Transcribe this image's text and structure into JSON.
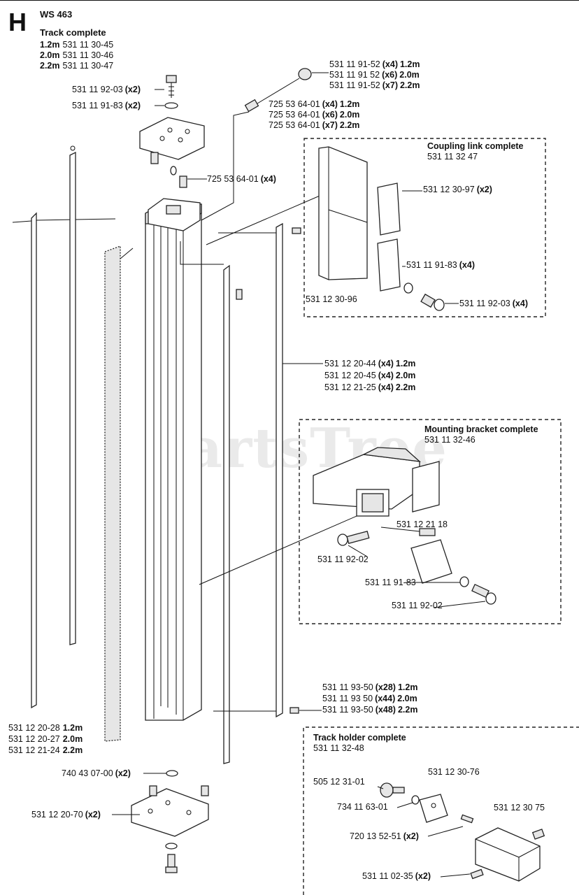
{
  "header": {
    "section_letter": "H",
    "model": "WS 463"
  },
  "watermark": "PartsTree",
  "track_complete": {
    "title": "Track complete",
    "rows": [
      {
        "len": "1.2m",
        "num": "531 11 30-45"
      },
      {
        "len": "2.0m",
        "num": "531 11 30-46"
      },
      {
        "len": "2.2m",
        "num": "531 11 30-47"
      }
    ]
  },
  "labels": {
    "top_bolt": {
      "num": "531 11 92-03",
      "qty": "(x2)"
    },
    "top_washer": {
      "num": "531 11 91-83",
      "qty": "(x2)"
    },
    "cap_screw": {
      "num": "725 53 64-01",
      "qty": "(x4)"
    },
    "end_nut": [
      {
        "num": "531 11 91-52",
        "qty": "(x4)",
        "len": "1.2m"
      },
      {
        "num": "531 11 91 52",
        "qty": "(x6)",
        "len": "2.0m"
      },
      {
        "num": "531 11 91-52",
        "qty": "(x7)",
        "len": "2.2m"
      }
    ],
    "end_screw": [
      {
        "num": "725 53 64-01",
        "qty": "(x4)",
        "len": "1.2m"
      },
      {
        "num": "725 53 64-01",
        "qty": "(x6)",
        "len": "2.0m"
      },
      {
        "num": "725 53 64-01",
        "qty": "(x7)",
        "len": "2.2m"
      }
    ],
    "side_strip": [
      {
        "num": "531 12 20-44",
        "qty": "(x4)",
        "len": "1.2m"
      },
      {
        "num": "531 12 20-45",
        "qty": "(x4)",
        "len": "2.0m"
      },
      {
        "num": "531 12 21-25",
        "qty": "(x4)",
        "len": "2.2m"
      }
    ],
    "small_screws": [
      {
        "num": "531 11 93-50",
        "qty": "(x28)",
        "len": "1.2m"
      },
      {
        "num": "531 11 93 50",
        "qty": "(x44)",
        "len": "2.0m"
      },
      {
        "num": "531 11 93-50",
        "qty": "(x48)",
        "len": "2.2m"
      }
    ],
    "rack": [
      {
        "num": "531 12 20-28",
        "len": "1.2m"
      },
      {
        "num": "531 12 20-27",
        "len": "2.0m"
      },
      {
        "num": "531 12 21-24",
        "len": "2.2m"
      }
    ],
    "bottom_ring": {
      "num": "740 43 07-00",
      "qty": "(x2)"
    },
    "bottom_plate": {
      "num": "531 12 20-70",
      "qty": "(x2)"
    }
  },
  "coupling_link": {
    "title": "Coupling link complete",
    "part": "531 11 32 47",
    "plate": {
      "num": "531 12 30-97",
      "qty": "(x2)"
    },
    "washer": {
      "num": "531 11 91-83",
      "qty": "(x4)"
    },
    "bolt": {
      "num": "531 11 92-03",
      "qty": "(x4)"
    },
    "bar": "531 12 30-96"
  },
  "mounting_bracket": {
    "title": "Mounting bracket complete",
    "part": "531 11 32-46",
    "plate": "531 12 21 18",
    "bolt_left": "531 11 92-02",
    "washer": "531 11 91-83",
    "bolt_right": "531 11 92-02"
  },
  "track_holder": {
    "title": "Track holder complete",
    "part": "531 11 32-48",
    "knob": "505 12 31-01",
    "bracket": "531 12 30-76",
    "washer": "734 11 63-01",
    "body": "531 12 30 75",
    "pin": {
      "num": "720 13 52-51",
      "qty": "(x2)"
    },
    "screw": {
      "num": "531 11 02-35",
      "qty": "(x2)"
    }
  }
}
